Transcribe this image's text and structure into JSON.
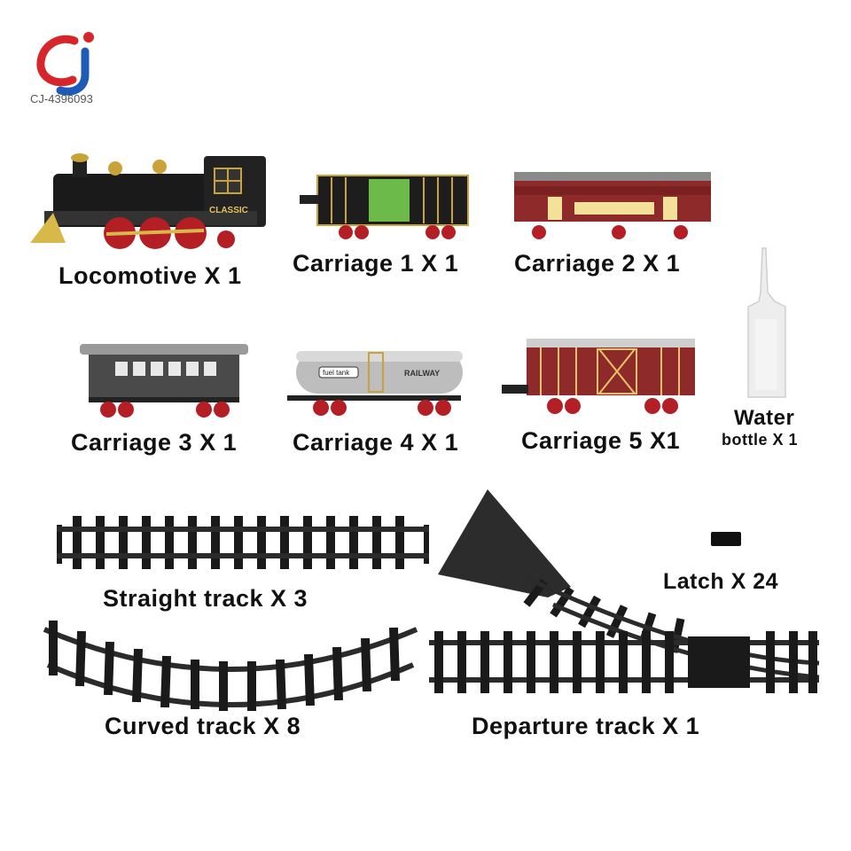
{
  "brand": {
    "logo_code": "CJ-4396093",
    "colors": {
      "red": "#d6262b",
      "blue": "#1e5bb8"
    }
  },
  "items": {
    "locomotive": "Locomotive X 1",
    "carriage1": "Carriage 1 X 1",
    "carriage2": "Carriage 2 X 1",
    "carriage3": "Carriage 3 X 1",
    "carriage4": "Carriage 4 X 1",
    "carriage5": "Carriage 5 X1",
    "water_line1": "Water",
    "water_line2": "bottle X 1",
    "straight": "Straight track X 3",
    "curved": "Curved track X 8",
    "latch": "Latch X 24",
    "departure": "Departure track X 1"
  },
  "decals": {
    "locomotive_name": "CLASSIC",
    "tank_label": "fuel tank",
    "tank_text": "RAILWAY"
  }
}
